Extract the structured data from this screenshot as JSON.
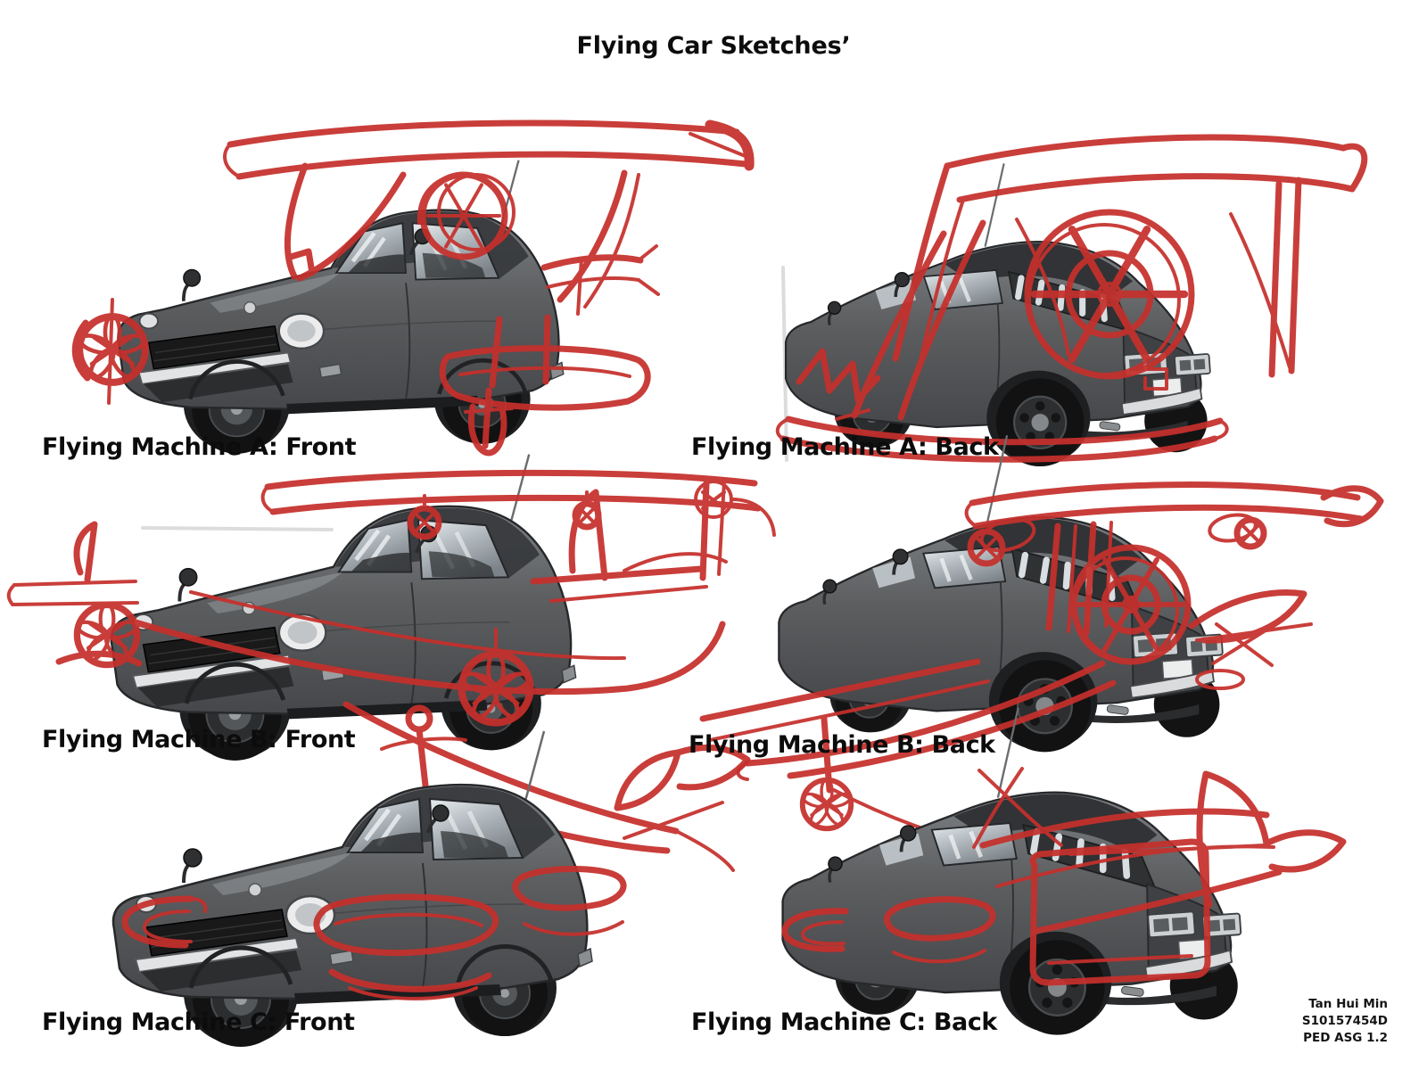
{
  "page": {
    "title": "Flying Car Sketches’",
    "background_color": "#ffffff",
    "sketch_color": "#c5302c",
    "car_body_color": "#5c5e60"
  },
  "panels": [
    {
      "id": "a-front",
      "label": "Flying Machine A: Front"
    },
    {
      "id": "a-back",
      "label": "Flying Machine A: Back"
    },
    {
      "id": "b-front",
      "label": "Flying Machine B: Front"
    },
    {
      "id": "b-back",
      "label": "Flying Machine B: Back"
    },
    {
      "id": "c-front",
      "label": "Flying Machine C: Front"
    },
    {
      "id": "c-back",
      "label": "Flying Machine C: Back"
    }
  ],
  "credit": {
    "name": "Tan Hui Min",
    "student_id": "S10157454D",
    "assignment": "PED ASG 1.2"
  }
}
